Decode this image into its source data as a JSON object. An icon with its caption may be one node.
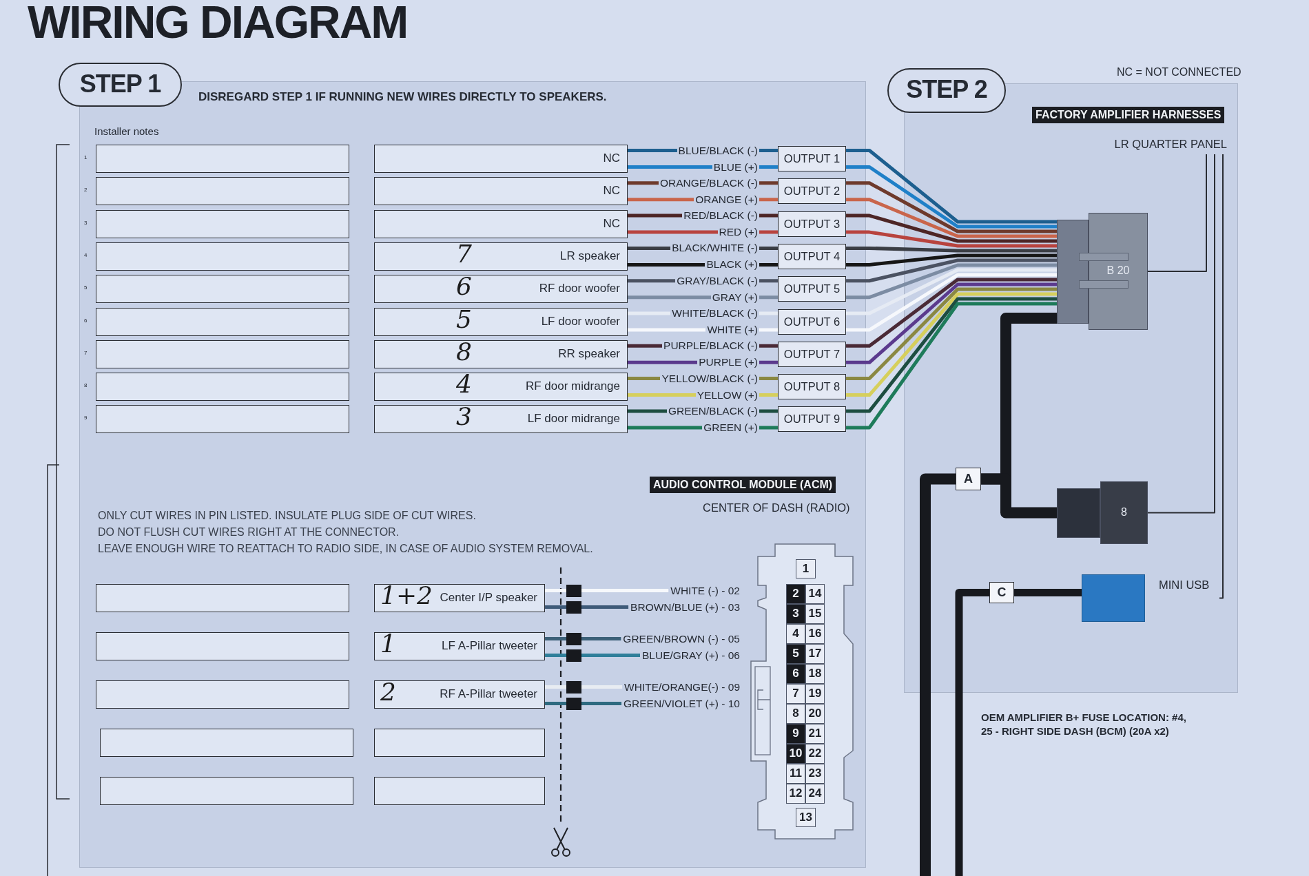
{
  "diagram": {
    "title": "WIRING DIAGRAM",
    "nodes": [
      {
        "text": [
          "STEP 1",
          "DISREGARD STEP 1 IF RUNNING NEW WIRES DIRECTLY TO SPEAKERS."
        ]
      },
      {
        "text": [
          "STEP 2",
          "FACTORY AMPLIFIER HARNESSES"
        ]
      },
      {
        "text": [],
        "shape": "box",
        "in": 0
      },
      {
        "text": [],
        "shape": "box",
        "in": 0
      },
      {
        "text": [],
        "shape": "box",
        "in": 0
      },
      {
        "text": [],
        "shape": "box",
        "in": 0
      },
      {
        "text": [],
        "shape": "box",
        "in": 0
      },
      {
        "text": [],
        "shape": "box",
        "in": 0
      },
      {
        "text": [],
        "shape": "box",
        "in": 0
      },
      {
        "text": [],
        "shape": "box",
        "in": 0
      },
      {
        "text": [],
        "shape": "box",
        "in": 0
      },
      {
        "text": [
          "NC"
        ],
        "in": 0
      },
      {
        "text": [
          "NC"
        ],
        "in": 0
      },
      {
        "text": [
          "NC"
        ],
        "in": 0
      },
      {
        "text": [
          "7",
          "LR speaker"
        ],
        "in": 0
      },
      {
        "text": [
          "6",
          "RF door woofer"
        ],
        "in": 0
      },
      {
        "text": [
          "5",
          "LF door woofer"
        ],
        "in": 0
      },
      {
        "text": [
          "8",
          "RR speaker"
        ],
        "in": 0
      },
      {
        "text": [
          "4",
          "RF door midrange"
        ],
        "in": 0
      },
      {
        "text": [
          "3",
          "LF door midrange"
        ],
        "in": 0
      },
      {
        "text": [
          "OUTPUT 1"
        ],
        "in": 0
      },
      {
        "text": [
          "OUTPUT 2"
        ],
        "in": 0
      },
      {
        "text": [
          "OUTPUT 3"
        ],
        "in": 0
      },
      {
        "text": [
          "OUTPUT 4"
        ],
        "in": 0
      },
      {
        "text": [
          "OUTPUT 5"
        ],
        "in": 0
      },
      {
        "text": [
          "OUTPUT 6"
        ],
        "in": 0
      },
      {
        "text": [
          "OUTPUT 7"
        ],
        "in": 0
      },
      {
        "text": [
          "OUTPUT 8"
        ],
        "in": 0
      },
      {
        "text": [
          "OUTPUT 9"
        ],
        "in": 0
      },
      {
        "text": [],
        "shape": "box",
        "in": 0
      },
      {
        "text": [],
        "shape": "box",
        "in": 0
      },
      {
        "text": [],
        "shape": "box",
        "in": 0
      },
      {
        "text": [],
        "shape": "box",
        "in": 0
      },
      {
        "text": [],
        "shape": "box",
        "in": 0
      },
      {
        "text": [
          "1+2",
          "Center I/P speaker"
        ],
        "in": 0
      },
      {
        "text": [
          "1",
          "LF A-Pillar tweeter"
        ],
        "in": 0
      },
      {
        "text": [
          "2",
          "RF A-Pillar tweeter"
        ],
        "in": 0
      },
      {
        "text": [],
        "shape": "box",
        "in": 0
      },
      {
        "text": [],
        "shape": "box",
        "in": 0
      },
      {
        "text": [
          "LR QUARTER PANEL"
        ],
        "in": 1
      },
      {
        "text": [
          "B 20"
        ],
        "in": 1
      },
      {
        "text": [
          "8"
        ],
        "in": 1
      },
      {
        "text": [],
        "shape": "box",
        "beside": [
          "MINI USB"
        ],
        "in": 1
      },
      {
        "text": [
          "A"
        ],
        "in": 1
      },
      {
        "text": [
          "C"
        ],
        "in": 1
      }
    ],
    "edges": [
      {
        "from": 11,
        "to": 20,
        "arrow": "none",
        "label": "BLUE/BLACK (-)",
        "color": "#1d5f8f"
      },
      {
        "from": 11,
        "to": 20,
        "arrow": "none",
        "label": "BLUE (+)",
        "color": "#1f80c8"
      },
      {
        "from": 12,
        "to": 21,
        "arrow": "none",
        "label": "ORANGE/BLACK (-)",
        "color": "#6e3a2c"
      },
      {
        "from": 12,
        "to": 21,
        "arrow": "none",
        "label": "ORANGE (+)",
        "color": "#c9654b"
      },
      {
        "from": 13,
        "to": 22,
        "arrow": "none",
        "label": "RED/BLACK (-)",
        "color": "#4d2525"
      },
      {
        "from": 13,
        "to": 22,
        "arrow": "none",
        "label": "RED (+)",
        "color": "#b8433e"
      },
      {
        "from": 14,
        "to": 23,
        "arrow": "none",
        "label": "BLACK/WHITE (-)",
        "color": "#3a3d44"
      },
      {
        "from": 14,
        "to": 23,
        "arrow": "none",
        "label": "BLACK (+)",
        "color": "#161616"
      },
      {
        "from": 15,
        "to": 24,
        "arrow": "none",
        "label": "GRAY/BLACK (-)",
        "color": "#4b5262"
      },
      {
        "from": 15,
        "to": 24,
        "arrow": "none",
        "label": "GRAY (+)",
        "color": "#7c8ca3"
      },
      {
        "from": 16,
        "to": 25,
        "arrow": "none",
        "label": "WHITE/BLACK (-)",
        "color": "#e6ebf4"
      },
      {
        "from": 16,
        "to": 25,
        "arrow": "none",
        "label": "WHITE (+)",
        "color": "#f6f8fc"
      },
      {
        "from": 17,
        "to": 26,
        "arrow": "none",
        "label": "PURPLE/BLACK (-)",
        "color": "#4a2a36"
      },
      {
        "from": 17,
        "to": 26,
        "arrow": "none",
        "label": "PURPLE (+)",
        "color": "#5b3a8d"
      },
      {
        "from": 18,
        "to": 27,
        "arrow": "none",
        "label": "YELLOW/BLACK (-)",
        "color": "#8a8842"
      },
      {
        "from": 18,
        "to": 27,
        "arrow": "none",
        "label": "YELLOW (+)",
        "color": "#d6cf5c"
      },
      {
        "from": 19,
        "to": 28,
        "arrow": "none",
        "label": "GREEN/BLACK (-)",
        "color": "#1d4d40"
      },
      {
        "from": 19,
        "to": 28,
        "arrow": "none",
        "label": "GREEN (+)",
        "color": "#1e7b5a"
      },
      {
        "from": 20,
        "to": 40,
        "arrow": "none",
        "color": "#1d5f8f"
      },
      {
        "from": 20,
        "to": 40,
        "arrow": "none",
        "color": "#1f80c8"
      },
      {
        "from": 21,
        "to": 40,
        "arrow": "none",
        "color": "#6e3a2c"
      },
      {
        "from": 21,
        "to": 40,
        "arrow": "none",
        "color": "#c9654b"
      },
      {
        "from": 22,
        "to": 40,
        "arrow": "none",
        "color": "#4d2525"
      },
      {
        "from": 22,
        "to": 40,
        "arrow": "none",
        "color": "#b8433e"
      },
      {
        "from": 23,
        "to": 40,
        "arrow": "none",
        "color": "#3a3d44"
      },
      {
        "from": 23,
        "to": 40,
        "arrow": "none",
        "color": "#161616"
      },
      {
        "from": 24,
        "to": 40,
        "arrow": "none",
        "color": "#4b5262"
      },
      {
        "from": 24,
        "to": 40,
        "arrow": "none",
        "color": "#7c8ca3"
      },
      {
        "from": 25,
        "to": 40,
        "arrow": "none",
        "color": "#e6ebf4"
      },
      {
        "from": 25,
        "to": 40,
        "arrow": "none",
        "color": "#f6f8fc"
      },
      {
        "from": 26,
        "to": 40,
        "arrow": "none",
        "color": "#4a2a36"
      },
      {
        "from": 26,
        "to": 40,
        "arrow": "none",
        "color": "#5b3a8d"
      },
      {
        "from": 27,
        "to": 40,
        "arrow": "none",
        "color": "#8a8842"
      },
      {
        "from": 27,
        "to": 40,
        "arrow": "none",
        "color": "#d6cf5c"
      },
      {
        "from": 28,
        "to": 40,
        "arrow": "none",
        "color": "#1d4d40"
      },
      {
        "from": 28,
        "to": 40,
        "arrow": "none",
        "color": "#1e7b5a"
      },
      {
        "from": 40,
        "to": 43,
        "arrow": "none",
        "style": "thick"
      },
      {
        "from": 41,
        "to": 43,
        "arrow": "none",
        "style": "thick"
      },
      {
        "from": 43,
        "to": null,
        "arrow": "none",
        "style": "thick"
      },
      {
        "from": 42,
        "to": 44,
        "arrow": "none",
        "style": "thick"
      },
      {
        "from": 44,
        "to": null,
        "arrow": "none",
        "style": "thick"
      },
      {
        "from": 39,
        "to": 40,
        "arrow": "none"
      },
      {
        "from": 39,
        "to": 41,
        "arrow": "none"
      },
      {
        "from": 39,
        "to": 42,
        "arrow": "none"
      },
      {
        "from": 34,
        "to": null,
        "arrow": "none",
        "label": "WHITE (-) - 02",
        "color": "#f6f8fc"
      },
      {
        "from": 34,
        "to": null,
        "arrow": "none",
        "label": "BROWN/BLUE (+) - 03",
        "color": "#3e5a78"
      },
      {
        "from": 35,
        "to": null,
        "arrow": "none",
        "label": "GREEN/BROWN (-) - 05",
        "color": "#3c6078"
      },
      {
        "from": 35,
        "to": null,
        "arrow": "none",
        "label": "BLUE/GRAY (+) - 06",
        "color": "#2f7f9a"
      },
      {
        "from": 36,
        "to": null,
        "arrow": "none",
        "label": "WHITE/ORANGE(-) - 09",
        "color": "#e8ecf2"
      },
      {
        "from": 36,
        "to": null,
        "arrow": "none",
        "label": "GREEN/VIOLET (+) - 10",
        "color": "#2e6a80"
      }
    ],
    "labels": [
      "NC = NOT CONNECTED",
      "Installer notes",
      "1",
      "2",
      "3",
      "4",
      "5",
      "6",
      "7",
      "8",
      "9",
      "AUDIO CONTROL MODULE (ACM)",
      "CENTER OF DASH (RADIO)",
      "ONLY CUT WIRES IN PIN LISTED. INSULATE PLUG SIDE OF CUT WIRES.",
      "DO NOT FLUSH CUT WIRES RIGHT AT THE CONNECTOR.",
      "LEAVE ENOUGH WIRE TO REATTACH TO RADIO SIDE, IN CASE OF AUDIO SYSTEM REMOVAL.",
      "1",
      "2",
      "14",
      "3",
      "15",
      "4",
      "16",
      "5",
      "17",
      "6",
      "18",
      "7",
      "19",
      "8",
      "20",
      "9",
      "21",
      "10",
      "22",
      "11",
      "23",
      "12",
      "24",
      "13",
      "OEM AMPLIFIER B+ FUSE LOCATION: #4, 25 - RIGHT SIDE DASH (BCM) (20A x2)"
    ]
  }
}
